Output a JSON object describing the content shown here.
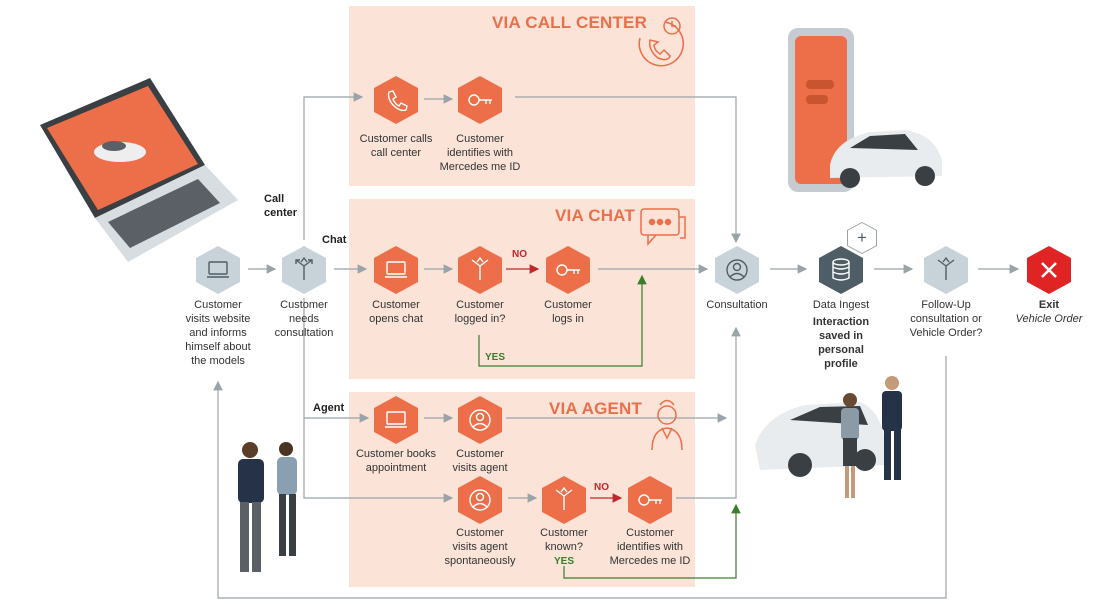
{
  "panels": {
    "call_center_title": "VIA CALL CENTER",
    "chat_title": "VIA CHAT",
    "agent_title": "VIA AGENT"
  },
  "branches": {
    "call_center": "Call\ncenter",
    "chat": "Chat",
    "agent": "Agent"
  },
  "nodes": {
    "visit_website": "Customer\nvisits website\nand informs\nhimself about\nthe models",
    "needs_consultation": "Customer\nneeds\nconsultation",
    "calls_call_center": "Customer calls\ncall center",
    "identifies_call": "Customer\nidentifies with\nMercedes me ID",
    "opens_chat": "Customer\nopens chat",
    "logged_in": "Customer\nlogged in?",
    "logs_in": "Customer\nlogs in",
    "books_appointment": "Customer books\nappointment",
    "visits_agent": "Customer\nvisits agent",
    "visits_spontaneously": "Customer\nvisits agent\nspontaneously",
    "known": "Customer\nknown?",
    "identifies_agent": "Customer\nidentifies with\nMercedes me ID",
    "consultation": "Consultation",
    "data_ingest": "Data Ingest",
    "data_ingest_sub": "Interaction\nsaved in\npersonal\nprofile",
    "follow_up": "Follow-Up\nconsultation or\nVehicle Order?",
    "exit": "Exit",
    "exit_sub": "Vehicle Order"
  },
  "decisions": {
    "chat_no": "NO",
    "chat_yes": "YES",
    "agent_no": "NO",
    "agent_yes": "YES"
  },
  "colors": {
    "accent": "#ec6f4a",
    "panel": "#fbe3d8",
    "no": "#c0272d",
    "yes": "#3a7d2c",
    "exit": "#e02424"
  }
}
